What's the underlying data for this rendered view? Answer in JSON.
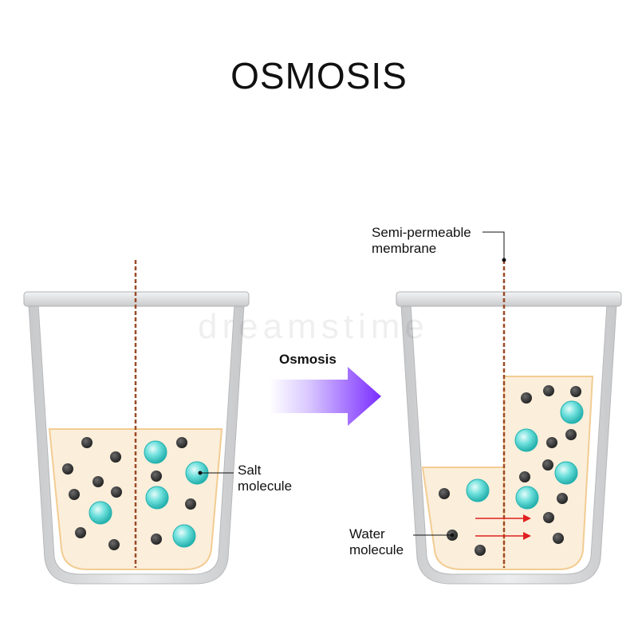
{
  "title": "OSMOSIS",
  "arrow_label": "Osmosis",
  "labels": {
    "salt_line1": "Salt",
    "salt_line2": "molecule",
    "membrane_line1": "Semi-permeable",
    "membrane_line2": "membrane",
    "water_line1": "Water",
    "water_line2": "molecule"
  },
  "watermark": "dreamstime",
  "colors": {
    "solution": "#fbeedb",
    "solution_edge": "#f2cc92",
    "membrane": "#9b4a26",
    "water_molecule": "#2e2e2e",
    "salt_molecule": "#3fd0cc",
    "arrow_end": "#7a2cff",
    "flow_arrows": "#e02020",
    "glass": "#d9dadc"
  }
}
